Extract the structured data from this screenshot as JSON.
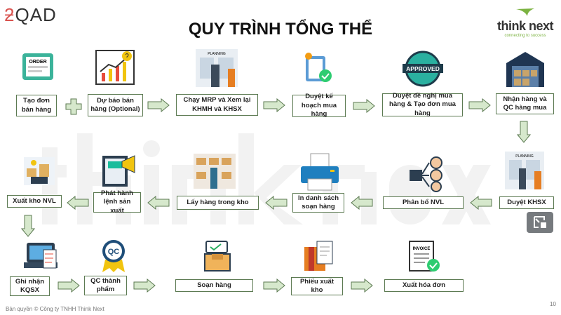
{
  "header": {
    "title": "QUY TRÌNH TỔNG THỂ",
    "left_logo": "QAD",
    "right_logo": "think next",
    "right_logo_tagline": "connecting to success"
  },
  "watermark": {
    "main": "think next",
    "tagline": "connecting to success"
  },
  "steps": {
    "s1": "Tạo đơn bán hàng",
    "s2": "Dự báo bán hàng (Optional)",
    "s3": "Chạy MRP và Xem lại KHMH và KHSX",
    "s4": "Duyệt kế hoạch mua hàng",
    "s5": "Duyệt đề nghị mua hàng & Tạo đơn mua hàng",
    "s6": "Nhận hàng và QC hàng mua",
    "s7": "Duyệt KHSX",
    "s8": "Phân bổ NVL",
    "s9": "In danh sách soạn hàng",
    "s10": "Lấy hàng trong kho",
    "s11": "Phát hành lệnh sản xuất",
    "s12": "Xuất kho NVL",
    "s13": "Ghi nhận KQSX",
    "s14": "QC thành phẩm",
    "s15": "Soạn hàng",
    "s16": "Phiếu xuất kho",
    "s17": "Xuất hóa đơn"
  },
  "icon_labels": {
    "order": "ORDER",
    "approved": "APPROVED",
    "qc": "QC",
    "invoice": "INVOICE",
    "planning": "PLANNING"
  },
  "footer": {
    "copyright": "Bản quyền © Công ty TNHH Think Next",
    "page": "10"
  },
  "colors": {
    "arrow_fill": "#d6e8cc",
    "arrow_stroke": "#5c7a52",
    "box_border": "#5c7a52"
  }
}
